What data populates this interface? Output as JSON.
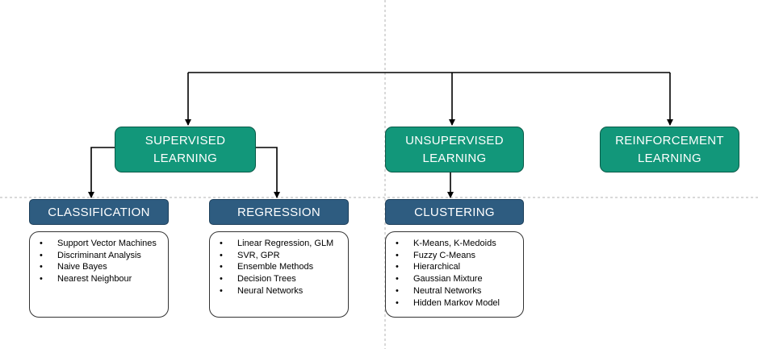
{
  "top_categories": [
    {
      "id": "supervised",
      "line1": "SUPERVISED",
      "line2": "LEARNING"
    },
    {
      "id": "unsupervised",
      "line1": "UNSUPERVISED",
      "line2": "LEARNING"
    },
    {
      "id": "reinforcement",
      "line1": "REINFORCEMENT",
      "line2": "LEARNING"
    }
  ],
  "sub_categories": [
    {
      "id": "classification",
      "label": "CLASSIFICATION",
      "items": [
        "Support Vector Machines",
        "Discriminant Analysis",
        "Naive Bayes",
        "Nearest Neighbour"
      ]
    },
    {
      "id": "regression",
      "label": "REGRESSION",
      "items": [
        "Linear Regression, GLM",
        "SVR, GPR",
        "Ensemble Methods",
        "Decision Trees",
        "Neural Networks"
      ]
    },
    {
      "id": "clustering",
      "label": "CLUSTERING",
      "items": [
        "K-Means, K-Medoids",
        "Fuzzy C-Means",
        "Hierarchical",
        "Gaussian Mixture",
        "Neutral Networks",
        "Hidden Markov Model"
      ]
    }
  ],
  "bullet_glyph": "•",
  "colors": {
    "category_fill": "#12977a",
    "subcategory_fill": "#2e5c80",
    "connector": "#000000",
    "guide_line": "#b3b3b3"
  }
}
